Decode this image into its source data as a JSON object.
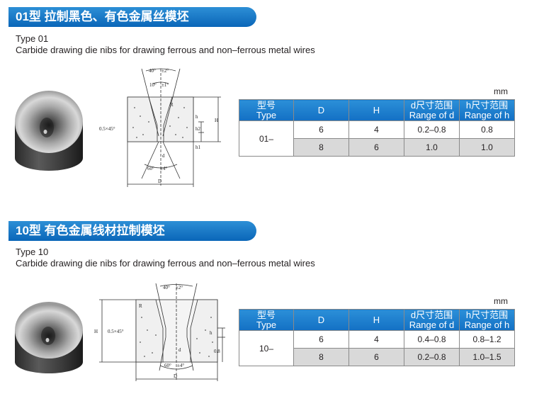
{
  "sections": [
    {
      "banner": "01型 拉制黑色、有色金属丝模坯",
      "type_label": "Type 01",
      "description": "Carbide drawing die nibs for drawing ferrous and non–ferrous metal wires",
      "unit": "mm",
      "table": {
        "headers": [
          {
            "cn": "型号",
            "en": "Type"
          },
          {
            "cn": "",
            "en": "D"
          },
          {
            "cn": "",
            "en": "H"
          },
          {
            "cn": "d尺寸范围",
            "en": "Range of d"
          },
          {
            "cn": "h尺寸范围",
            "en": "Range of h"
          }
        ],
        "type_value": "01–",
        "rows": [
          {
            "D": "6",
            "H": "4",
            "d": "0.2–0.8",
            "h": "0.8"
          },
          {
            "D": "8",
            "H": "6",
            "d": "1.0",
            "h": "1.0"
          }
        ]
      },
      "drawing_labels": {
        "top_angle": "40°",
        "top_tol": "±2°",
        "mid_angle": "10°",
        "mid_tol": "±1°",
        "bottom_angle": "60°",
        "bottom_tol": "±4°",
        "chamfer": "0.5×45°",
        "R": "R",
        "H": "H",
        "h": "h",
        "h1": "h1",
        "h2": "h2",
        "d": "d",
        "D": "D"
      }
    },
    {
      "banner": "10型 有色金属线材拉制模坯",
      "type_label": "Type 10",
      "description": "Carbide drawing die nibs for drawing ferrous and non–ferrous metal wires",
      "unit": "mm",
      "table": {
        "headers": [
          {
            "cn": "型号",
            "en": "Type"
          },
          {
            "cn": "",
            "en": "D"
          },
          {
            "cn": "",
            "en": "H"
          },
          {
            "cn": "d尺寸范围",
            "en": "Range of d"
          },
          {
            "cn": "h尺寸范围",
            "en": "Range of h"
          }
        ],
        "type_value": "10–",
        "rows": [
          {
            "D": "6",
            "H": "4",
            "d": "0.4–0.8",
            "h": "0.8–1.2"
          },
          {
            "D": "8",
            "H": "6",
            "d": "0.2–0.8",
            "h": "1.0–1.5"
          }
        ]
      },
      "drawing_labels": {
        "top_angle": "40°",
        "top_tol": "±2°",
        "bottom_angle": "60°",
        "bottom_tol": "±4°",
        "chamfer": "0.5×45°",
        "R": "R",
        "H": "H",
        "h": "h",
        "h_val": "0.8",
        "d": "d",
        "D": "D"
      }
    }
  ],
  "colors": {
    "banner": "#0a66b8",
    "header": "#1370c4",
    "row_alt": "#d9d9d9"
  }
}
